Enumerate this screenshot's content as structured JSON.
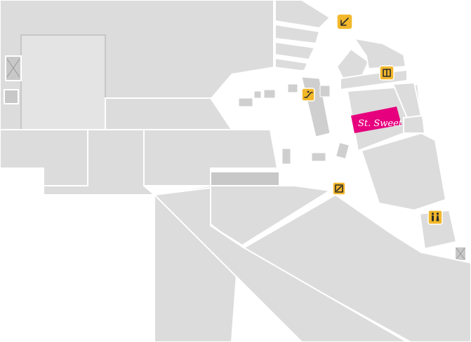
{
  "map": {
    "highlighted_store": {
      "label": "St. Sweet",
      "color": "#e6007e"
    },
    "colors": {
      "unit_fill": "#dcdcdc",
      "corridor": "#ffffff",
      "poi_badge": "#f2b72b"
    },
    "points_of_interest": [
      {
        "name": "exit-arrow",
        "icon": "arrow-down-left-icon"
      },
      {
        "name": "elevator",
        "icon": "elevator-icon"
      },
      {
        "name": "escalator",
        "icon": "escalator-icon"
      },
      {
        "name": "atm",
        "icon": "atm-icon"
      },
      {
        "name": "restroom",
        "icon": "restroom-icon"
      }
    ]
  }
}
